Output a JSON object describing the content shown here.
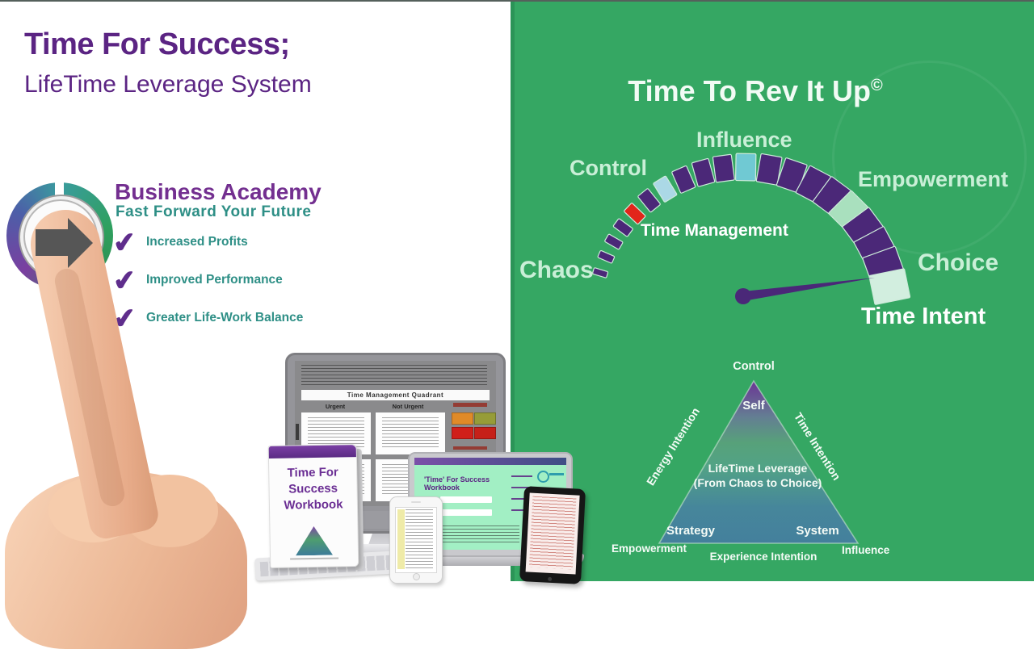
{
  "panel_colors": {
    "left_bg": "#FFFFFF",
    "right_bg": "#35A763",
    "divider": "#2B9457",
    "purple": "#5B2483",
    "teal": "#2E8F86",
    "pale_label": "#C9EFD7"
  },
  "header": {
    "title": "Time For Success;",
    "subtitle": "LifeTime Leverage System"
  },
  "academy": {
    "name": "Business Academy",
    "tagline": "Fast Forward Your Future",
    "check_glyph": "✔",
    "benefits": [
      {
        "label": "Increased Profits"
      },
      {
        "label": "Improved Performance"
      },
      {
        "label": "Greater Life-Work Balance"
      }
    ]
  },
  "products": {
    "monitor_doc_title": "Time Management Quadrant",
    "monitor_col_urgent": "Urgent",
    "monitor_col_not_urgent": "Not Urgent",
    "workbook_title_line1": "Time For",
    "workbook_title_line2": "Success",
    "workbook_title_line3": "Workbook",
    "laptop_title": "'Time' For Success Workbook"
  },
  "gauge": {
    "title": "Time To Rev It Up",
    "copyright": "©",
    "labels": {
      "influence": "Influence",
      "control": "Control",
      "empowerment": "Empowerment",
      "time_management": "Time Management",
      "chaos": "Chaos",
      "choice": "Choice",
      "time_intent": "Time Intent"
    },
    "colors": {
      "purple": "#4B2878",
      "red": "#E2261B",
      "lightblue": "#ABD8E6",
      "cyan": "#70C9D3",
      "mint": "#A9E0BE",
      "mint_pale": "#D2EEDF",
      "needle": "#4A2878",
      "outline": "#CDEBDA"
    },
    "segments": [
      {
        "a": 163.0,
        "color": "purple",
        "t": 0.0
      },
      {
        "a": 156.5,
        "color": "purple",
        "t": 0.05
      },
      {
        "a": 150.0,
        "color": "purple",
        "t": 0.1
      },
      {
        "a": 143.5,
        "color": "purple",
        "t": 0.16
      },
      {
        "a": 136.5,
        "color": "red",
        "t": 0.24
      },
      {
        "a": 129.0,
        "color": "purple",
        "t": 0.3
      },
      {
        "a": 121.5,
        "color": "lightblue",
        "t": 0.38
      },
      {
        "a": 113.5,
        "color": "purple",
        "t": 0.44
      },
      {
        "a": 105.5,
        "color": "purple",
        "t": 0.5
      },
      {
        "a": 97.5,
        "color": "purple",
        "t": 0.56
      },
      {
        "a": 89.0,
        "color": "cyan",
        "t": 0.62
      },
      {
        "a": 80.0,
        "color": "purple",
        "t": 0.68
      },
      {
        "a": 71.0,
        "color": "purple",
        "t": 0.74
      },
      {
        "a": 62.0,
        "color": "purple",
        "t": 0.8
      },
      {
        "a": 53.5,
        "color": "purple",
        "t": 0.85
      },
      {
        "a": 45.0,
        "color": "mint",
        "t": 0.88
      },
      {
        "a": 36.5,
        "color": "purple",
        "t": 0.92
      },
      {
        "a": 28.0,
        "color": "purple",
        "t": 0.96
      },
      {
        "a": 20.0,
        "color": "purple",
        "t": 1.0
      },
      {
        "a": 11.5,
        "color": "mint_pale",
        "t": 1.06
      }
    ]
  },
  "pyramid": {
    "top_label": "Control",
    "apex_label": "Self",
    "left_edge_label": "Energy Intention",
    "right_edge_label": "Time Intention",
    "center_line1": "LifeTime Leverage",
    "center_line2": "(From Chaos to Choice)",
    "bottom_left_inner": "Strategy",
    "bottom_right_inner": "System",
    "bottom_left_outer": "Empowerment",
    "bottom_right_outer": "Influence",
    "bottom_center": "Experience Intention"
  }
}
